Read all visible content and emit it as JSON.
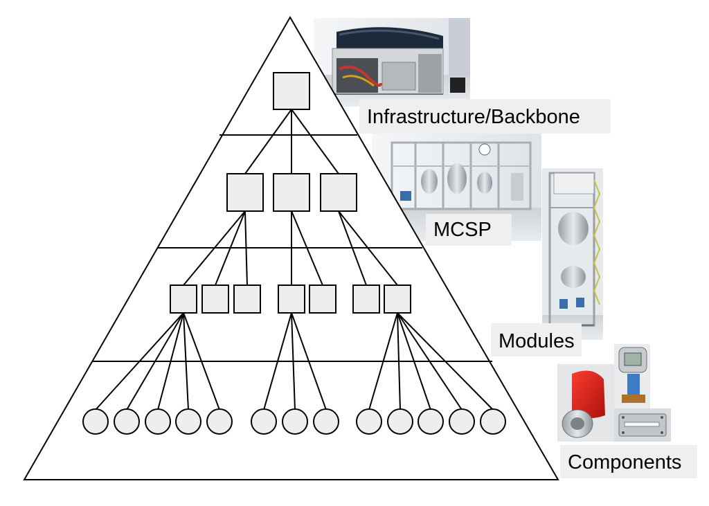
{
  "levels": [
    {
      "label": "Infrastructure/Backbone",
      "photo": "process-infrastructure-photo"
    },
    {
      "label": "MCSP",
      "photo": "process-plant-photo"
    },
    {
      "label": "Modules",
      "photo": "process-module-photo"
    },
    {
      "label": "Components",
      "photo": "process-component-photo"
    }
  ],
  "colors": {
    "box_fill": "#eeeeee",
    "stroke": "#000000",
    "label_bg": "#efefef",
    "component_red": "#d8231c",
    "transmitter_blue": "#3e7bc4"
  }
}
